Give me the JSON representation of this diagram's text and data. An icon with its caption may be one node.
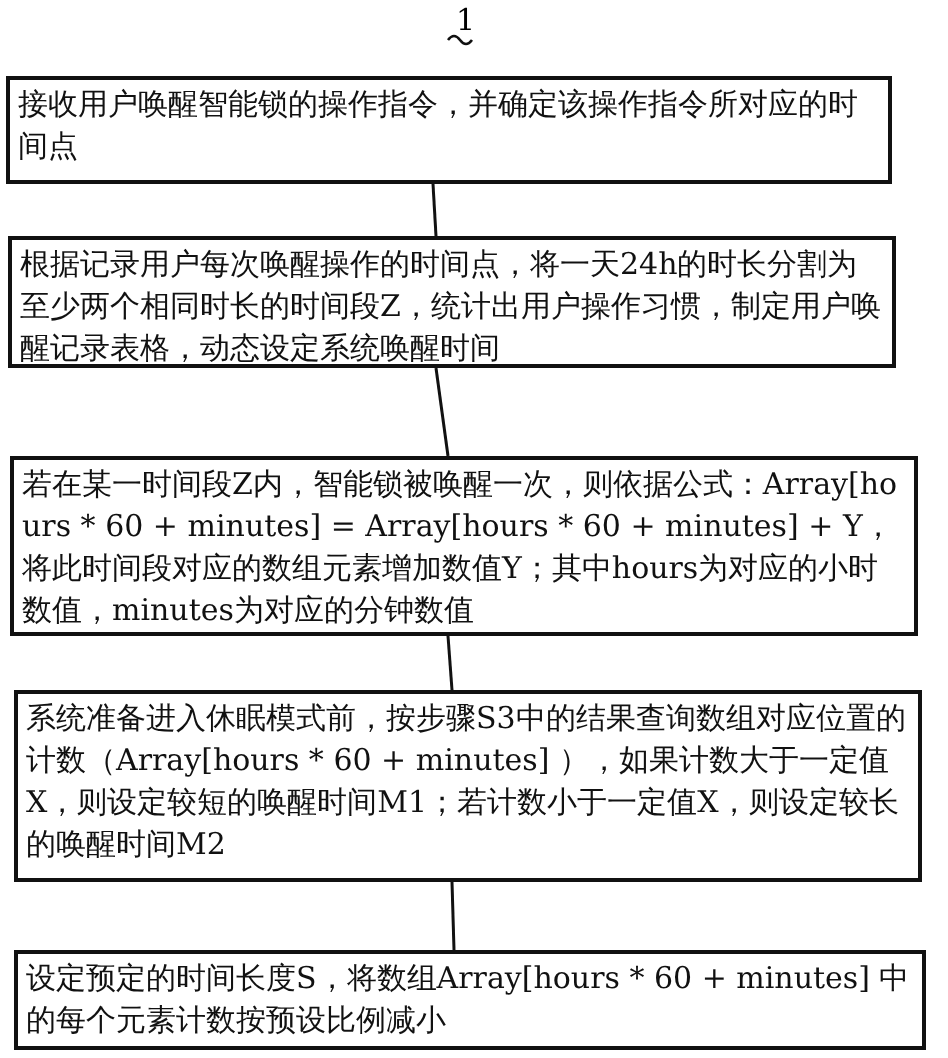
{
  "diagram": {
    "nodes": [
      {
        "text": [
          "接收用户唤醒智能锁的操作指令，并确定该操作指令所对应的时间点"
        ]
      },
      {
        "text": [
          "根据记录用户每次唤醒操作的时间点，将一天24h的时长分割为至少两个相同时长的时间段Z，统计出用户操作习惯，制定用户唤醒记录表格，动态设定系统唤醒时间"
        ]
      },
      {
        "text": [
          "若在某一时间段Z内，智能锁被唤醒一次，则依据公式：Array[hours * 60 + minutes] = Array[hours * 60 + minutes] + Y，将此时间段对应的数组元素增加数值Y；其中hours为对应的小时数值，minutes为对应的分钟数值"
        ]
      },
      {
        "text": [
          "系统准备进入休眠模式前，按步骤S3中的结果查询数组对应位置的计数（Array[hours * 60 + minutes] ），如果计数大于一定值X，则设定较短的唤醒时间M1；若计数小于一定值X，则设定较长的唤醒时间M2"
        ]
      },
      {
        "text": [
          "设定预定的时间长度S，将数组Array[hours * 60 + minutes] 中的每个元素计数按预设比例减小"
        ]
      }
    ],
    "edges": [
      {
        "from": 0,
        "to": 1,
        "arrow": "none"
      },
      {
        "from": 1,
        "to": 2,
        "arrow": "none"
      },
      {
        "from": 2,
        "to": 3,
        "arrow": "none"
      },
      {
        "from": 3,
        "to": 4,
        "arrow": "none"
      }
    ],
    "labels": [
      "1"
    ]
  }
}
